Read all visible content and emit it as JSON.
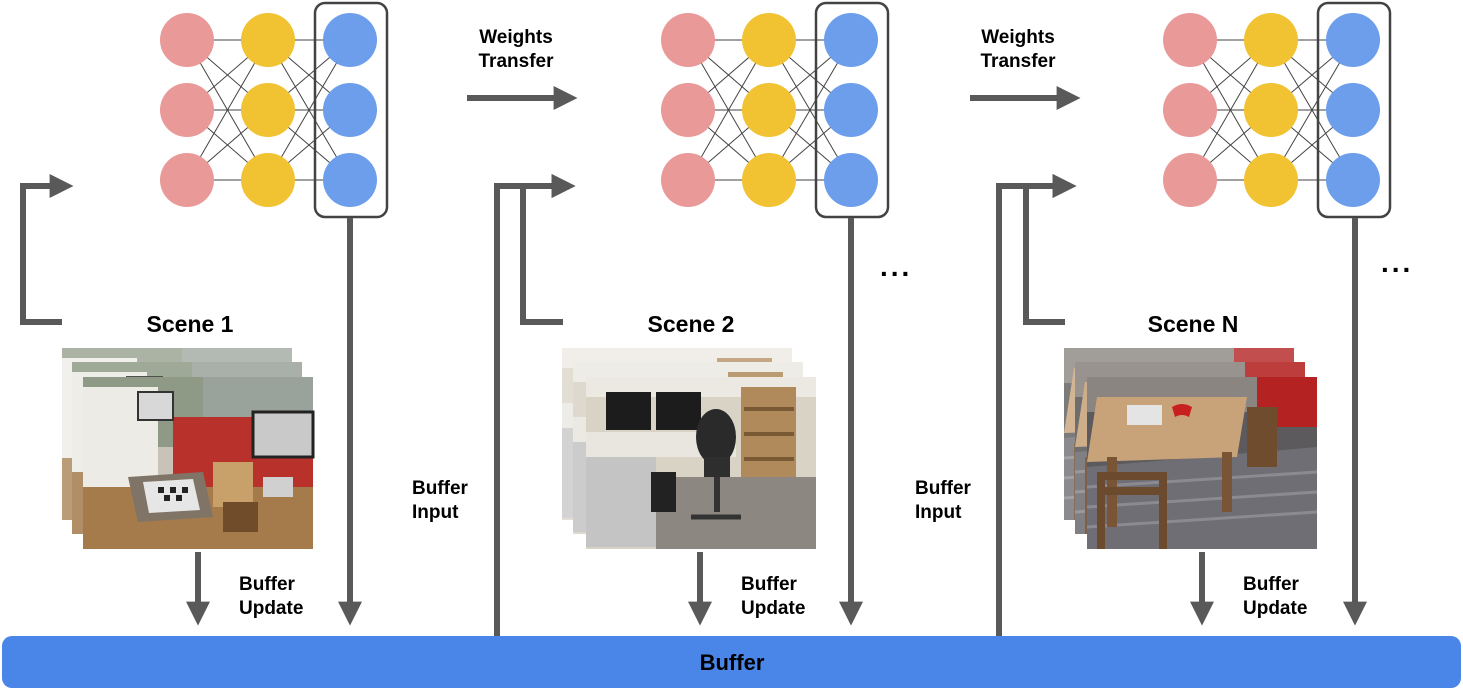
{
  "colors": {
    "input_node": "#ea9999",
    "hidden_node": "#f1c232",
    "output_node": "#6d9eeb",
    "arrow": "#595959",
    "buffer_bar": "#4a86e8",
    "edge": "#434343"
  },
  "labels": {
    "weights_transfer_line1": "Weights",
    "weights_transfer_line2": "Transfer",
    "buffer_input_line1": "Buffer",
    "buffer_input_line2": "Input",
    "buffer_update_line1": "Buffer",
    "buffer_update_line2": "Update",
    "ellipsis": "...",
    "buffer": "Buffer"
  },
  "scenes": [
    {
      "title": "Scene 1",
      "photo": "office-with-tv-and-chessboard"
    },
    {
      "title": "Scene 2",
      "photo": "office-desk-with-chair-and-monitors"
    },
    {
      "title": "Scene N",
      "photo": "kitchen-table-with-chairs"
    }
  ],
  "icons": [
    "neural-network-icon",
    "arrow-icon",
    "photo-stack-icon"
  ]
}
